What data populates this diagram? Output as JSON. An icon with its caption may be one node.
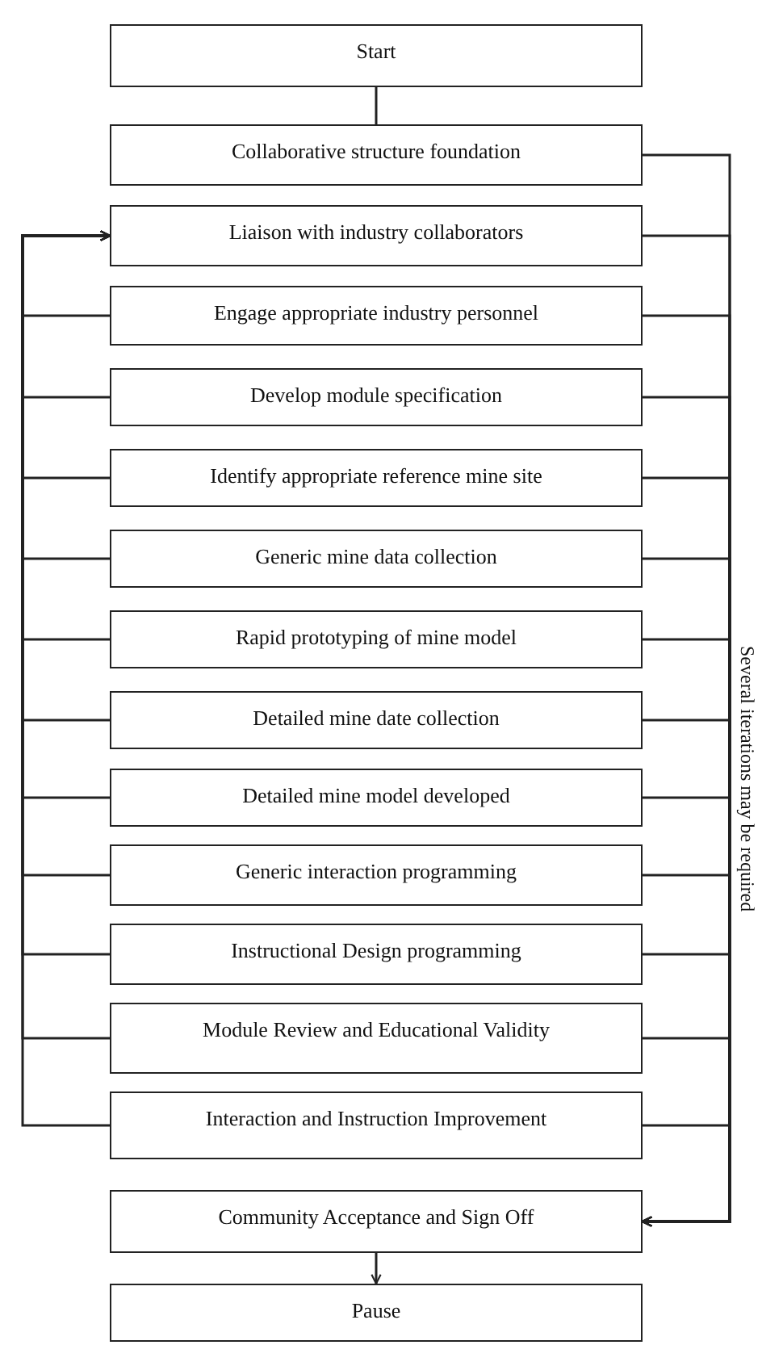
{
  "diagram": {
    "nodes": [
      {
        "text": [
          "Start"
        ]
      },
      {
        "text": [
          "Collaborative structure foundation"
        ]
      },
      {
        "text": [
          "Liaison with industry collaborators"
        ]
      },
      {
        "text": [
          "Engage appropriate industry personnel"
        ]
      },
      {
        "text": [
          "Develop module specification"
        ]
      },
      {
        "text": [
          "Identify appropriate reference mine site"
        ]
      },
      {
        "text": [
          "Generic mine data collection"
        ]
      },
      {
        "text": [
          "Rapid prototyping of mine model"
        ]
      },
      {
        "text": [
          "Detailed mine date collection"
        ]
      },
      {
        "text": [
          "Detailed mine model developed"
        ]
      },
      {
        "text": [
          "Generic interaction programming"
        ]
      },
      {
        "text": [
          "Instructional Design programming"
        ]
      },
      {
        "text": [
          "Module Review and Educational Validity"
        ]
      },
      {
        "text": [
          "Interaction and Instruction Improvement"
        ]
      },
      {
        "text": [
          "Community Acceptance and Sign Off"
        ]
      },
      {
        "text": [
          "Pause"
        ]
      }
    ],
    "edges": [
      {
        "from": 0,
        "to": 1,
        "arrow": "none"
      },
      {
        "from": 1,
        "to": 14,
        "arrow": "to"
      },
      {
        "from": 2,
        "to": 14,
        "arrow": "to"
      },
      {
        "from": 3,
        "to": 14,
        "arrow": "to"
      },
      {
        "from": 4,
        "to": 14,
        "arrow": "to"
      },
      {
        "from": 5,
        "to": 14,
        "arrow": "to"
      },
      {
        "from": 6,
        "to": 14,
        "arrow": "to"
      },
      {
        "from": 7,
        "to": 14,
        "arrow": "to"
      },
      {
        "from": 8,
        "to": 14,
        "arrow": "to"
      },
      {
        "from": 9,
        "to": 14,
        "arrow": "to"
      },
      {
        "from": 10,
        "to": 14,
        "arrow": "to"
      },
      {
        "from": 11,
        "to": 14,
        "arrow": "to"
      },
      {
        "from": 12,
        "to": 14,
        "arrow": "to"
      },
      {
        "from": 13,
        "to": 14,
        "arrow": "to"
      },
      {
        "from": 3,
        "to": 2,
        "arrow": "to"
      },
      {
        "from": 4,
        "to": 2,
        "arrow": "to"
      },
      {
        "from": 5,
        "to": 2,
        "arrow": "to"
      },
      {
        "from": 6,
        "to": 2,
        "arrow": "to"
      },
      {
        "from": 7,
        "to": 2,
        "arrow": "to"
      },
      {
        "from": 8,
        "to": 2,
        "arrow": "to"
      },
      {
        "from": 9,
        "to": 2,
        "arrow": "to"
      },
      {
        "from": 10,
        "to": 2,
        "arrow": "to"
      },
      {
        "from": 11,
        "to": 2,
        "arrow": "to"
      },
      {
        "from": 12,
        "to": 2,
        "arrow": "to"
      },
      {
        "from": 13,
        "to": 2,
        "arrow": "to"
      },
      {
        "from": 14,
        "to": 15,
        "arrow": "to"
      }
    ],
    "labels": [
      "Several iterations may be required"
    ]
  }
}
